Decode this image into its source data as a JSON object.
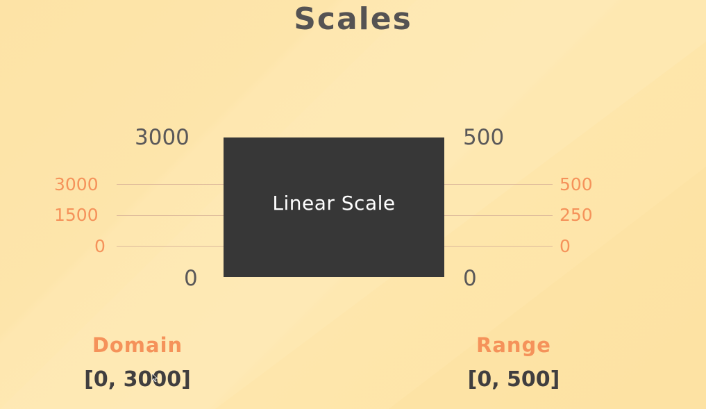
{
  "title": "Scales",
  "box_label": "Linear Scale",
  "left_axis": {
    "top": "3000",
    "bottom": "0",
    "ticks": [
      "3000",
      "1500",
      "0"
    ]
  },
  "right_axis": {
    "top": "500",
    "bottom": "0",
    "ticks": [
      "500",
      "250",
      "0"
    ]
  },
  "domain": {
    "label": "Domain",
    "value": "[0, 3000]"
  },
  "range": {
    "label": "Range",
    "value": "[0, 500]"
  },
  "colors": {
    "accent": "#f5925a",
    "box": "#373737",
    "text_dark": "#555353",
    "background": "#fee6ad"
  }
}
